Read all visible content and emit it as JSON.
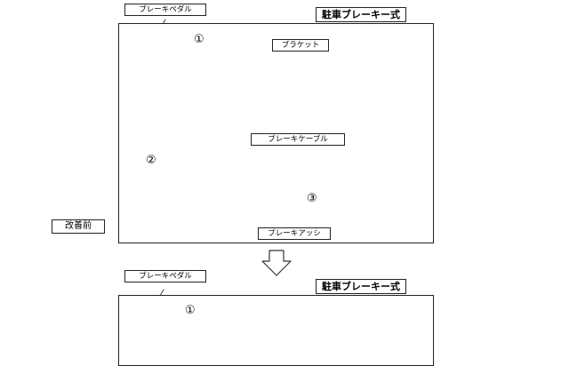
{
  "top": {
    "title": "駐車ブレーキー式",
    "pedal_label": "ブレーキペダル",
    "bracket_label": "ブラケット",
    "cable_label": "ブレーキケーブル",
    "assy_label": "ブレーキアッシ",
    "step1": "①",
    "step2": "②",
    "step3": "③"
  },
  "side_label": "改善前",
  "bottom": {
    "title": "駐車ブレーキー式",
    "pedal_label": "ブレーキペダル",
    "step1": "①"
  }
}
